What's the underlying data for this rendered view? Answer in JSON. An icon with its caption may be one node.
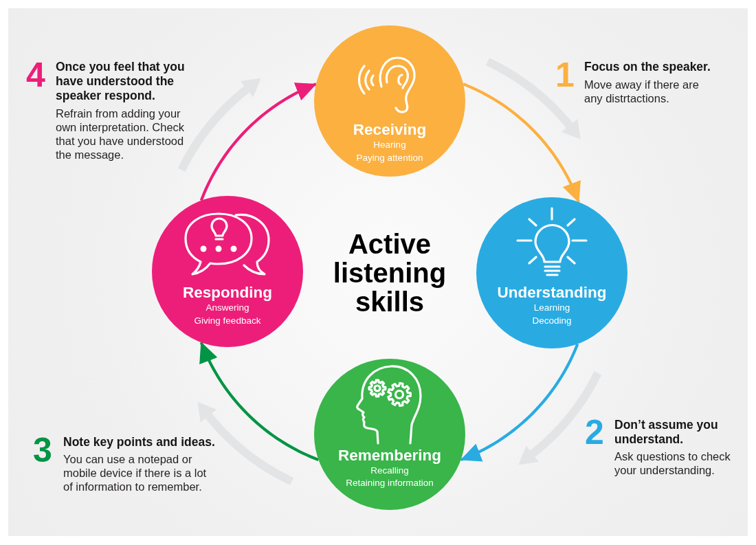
{
  "diagram": {
    "title": "Active listening skills",
    "nodes": [
      {
        "text": [
          "Receiving",
          "Hearing",
          "Paying attention"
        ]
      },
      {
        "text": [
          "Responding",
          "Answering",
          "Giving feedback"
        ]
      },
      {
        "text": [
          "Understanding",
          "Learning",
          "Decoding"
        ]
      },
      {
        "text": [
          "Remembering",
          "Recalling",
          "Retaining information"
        ]
      }
    ],
    "edges": [
      {
        "from": 0,
        "to": 2,
        "arrow": "to",
        "color": "#fbb040"
      },
      {
        "from": 2,
        "to": 3,
        "arrow": "to",
        "color": "#29abe2"
      },
      {
        "from": 3,
        "to": 1,
        "arrow": "to",
        "color": "#009444"
      },
      {
        "from": 1,
        "to": 0,
        "arrow": "to",
        "color": "#ed1e79"
      }
    ],
    "labels": [
      "4",
      "Once you feel that you have understood the speaker respond.",
      "Refrain from adding your own interpretation. Check that you have understood the message.",
      "1",
      "Focus on the speaker.",
      "Move away if there are any distrtactions.",
      "3",
      "Note key points and ideas.",
      "You can use a notepad or mobile device if there is a lot of information to remember.",
      "2",
      "Don’t assume you understand.",
      "Ask questions to check your understanding."
    ]
  }
}
